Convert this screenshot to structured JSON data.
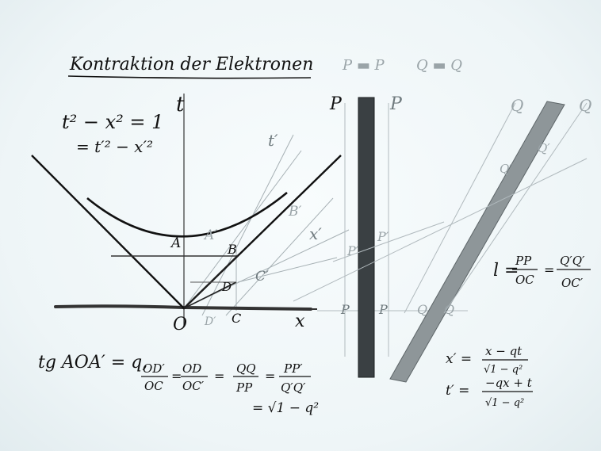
{
  "title": "Kontraktion der Elektronen",
  "invariant": {
    "line1": "t² − x² = 1",
    "line2": "= t′² − x′²"
  },
  "axis_labels": {
    "t": "t",
    "x": "x",
    "t_prime": "t′",
    "x_prime": "x′",
    "origin": "O"
  },
  "points": {
    "A": "A",
    "A_prime": "A′",
    "B": "B",
    "B_prime": "B′",
    "C": "C",
    "C_prime": "C′",
    "D": "D",
    "D_prime": "D′"
  },
  "tangent_formula": "tg AOA′ = q,",
  "ratio_formula": {
    "f1_num": "OD′",
    "f1_den": "OC",
    "f2_num": "OD",
    "f2_den": "OC′",
    "f3_num": "QQ",
    "f3_den": "PP",
    "f4_num": "PP′",
    "f4_den": "Q′Q′",
    "result": "= √1 − q²"
  },
  "rod_labels": {
    "header_left": "P ▬ P",
    "header_right": "Q ▬ Q",
    "P_top_left": "P",
    "P_top_right": "P",
    "P_bottom_left": "P",
    "P_bottom_right": "P",
    "P_mid": "P′",
    "P_mid2": "P′",
    "Q_bottom_left": "Q",
    "Q_bottom_right": "Q",
    "Q_top_left": "Q",
    "Q_top_right": "Q",
    "Q_prime_1": "Q′",
    "Q_prime_2": "Q′"
  },
  "length_formula": {
    "lhs": "l =",
    "f1_num": "PP",
    "f1_den": "OC",
    "eq": "=",
    "f2_num": "Q′Q′",
    "f2_den": "OC′"
  },
  "lorentz": {
    "x_lhs": "x′ =",
    "x_num": "x − qt",
    "x_den": "√1 − q²",
    "t_lhs": "t′ =",
    "t_num": "−qx + t",
    "t_den": "√1 − q²"
  }
}
